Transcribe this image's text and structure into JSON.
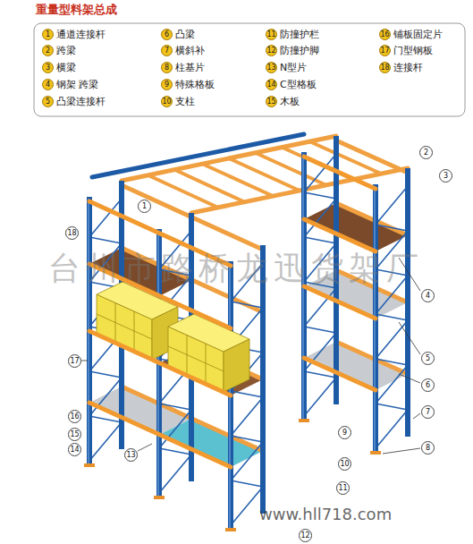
{
  "diagram": {
    "title": "重量型料架总成",
    "labels": [
      "1",
      "通道连接杆",
      "2",
      "跨梁",
      "3",
      "横梁",
      "4",
      "钢架 跨梁",
      "5",
      "凸梁连接杆",
      "6",
      "凸梁",
      "7",
      "横斜补",
      "8",
      "柱基片",
      "9",
      "特殊格板",
      "10",
      "支柱",
      "11",
      "防撞护栏",
      "12",
      "防撞护脚",
      "13",
      "N型片",
      "14",
      "C型格板",
      "15",
      "木板",
      "16",
      "铺板固定片",
      "17",
      "门型钢板",
      "18",
      "连接杆",
      "1",
      "2",
      "3",
      "4",
      "5",
      "6",
      "7",
      "8",
      "9",
      "10",
      "11",
      "12",
      "13",
      "14",
      "15",
      "16",
      "17",
      "18",
      "台州市路桥龙迅货架厂",
      "www.hll718.com"
    ]
  }
}
